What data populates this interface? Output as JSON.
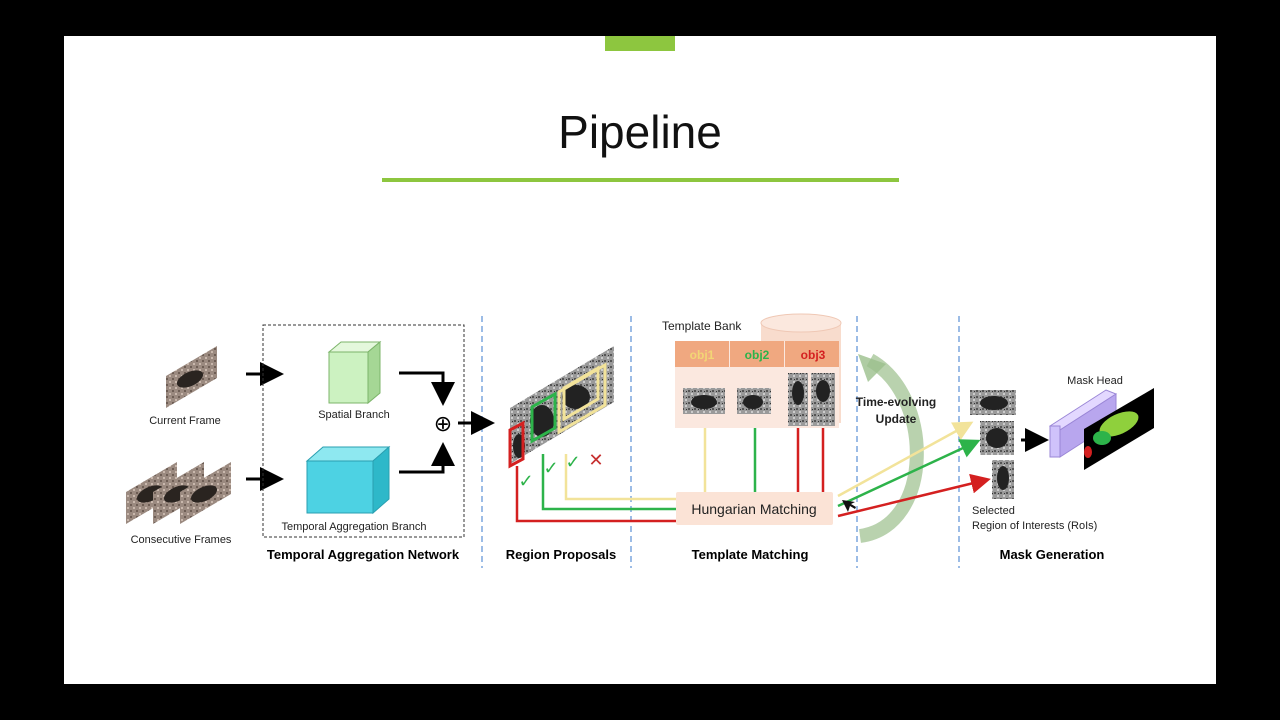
{
  "slide": {
    "title": "Pipeline",
    "accent_color": "#8dc63f"
  },
  "inputs": {
    "current_frame": "Current Frame",
    "consecutive_frames": "Consecutive Frames"
  },
  "branches": {
    "spatial": "Spatial Branch",
    "temporal": "Temporal Aggregation Branch",
    "combine_symbol": "⊕"
  },
  "template_bank": {
    "title": "Template Bank",
    "objects": [
      {
        "label": "obj1",
        "color": "#f2d675"
      },
      {
        "label": "obj2",
        "color": "#2db34a"
      },
      {
        "label": "obj3",
        "color": "#d42020"
      }
    ]
  },
  "proposals": {
    "marks": [
      "✓",
      "✓",
      "✓",
      "✕"
    ]
  },
  "matching": {
    "label": "Hungarian Matching",
    "update_label_1": "Time-evolving",
    "update_label_2": "Update"
  },
  "mask": {
    "head_label": "Mask Head",
    "rois_label_1": "Selected",
    "rois_label_2": "Region of Interests (RoIs)"
  },
  "sections": [
    "Temporal Aggregation Network",
    "Region Proposals",
    "Template Matching",
    "Mask Generation"
  ]
}
